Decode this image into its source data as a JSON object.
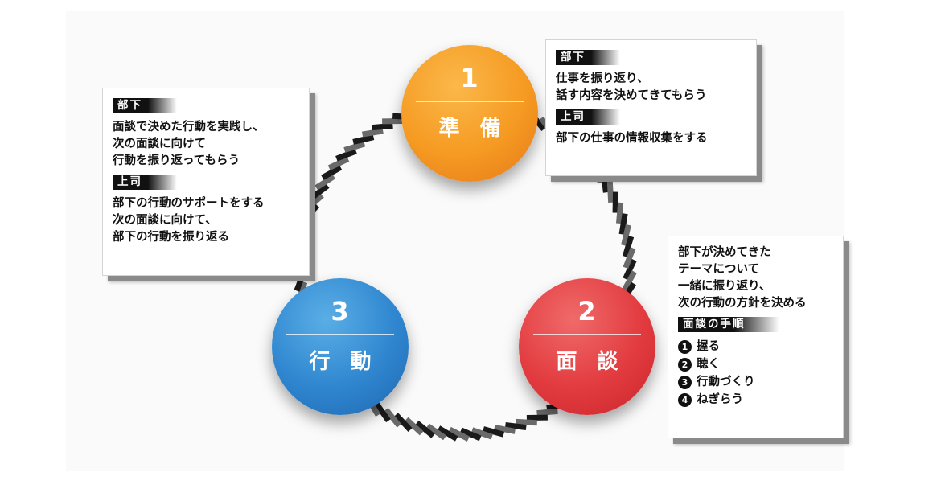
{
  "nodes": [
    {
      "number": "1",
      "label": "準 備",
      "color": "#f59a22"
    },
    {
      "number": "2",
      "label": "面 談",
      "color": "#e23b3f"
    },
    {
      "number": "3",
      "label": "行 動",
      "color": "#2f86cf"
    }
  ],
  "boxes": {
    "left": {
      "subordinate_tag": "部下",
      "subordinate_text": "面談で決めた行動を実践し、\n次の面談に向けて\n行動を振り返ってもらう",
      "boss_tag": "上司",
      "boss_text": "部下の行動のサポートをする\n次の面談に向けて、\n部下の行動を振り返る"
    },
    "top_right": {
      "subordinate_tag": "部下",
      "subordinate_text": "仕事を振り返り、\n話す内容を決めてきてもらう",
      "boss_tag": "上司",
      "boss_text": "部下の仕事の情報収集をする"
    },
    "bottom_right": {
      "text": "部下が決めてきた\nテーマについて\n一緒に振り返り、\n次の行動の方針を決める",
      "steps_tag": "面談の手順",
      "steps": [
        {
          "num": "1",
          "label": "握る"
        },
        {
          "num": "2",
          "label": "聴く"
        },
        {
          "num": "3",
          "label": "行動づくり"
        },
        {
          "num": "4",
          "label": "ねぎらう"
        }
      ]
    }
  }
}
